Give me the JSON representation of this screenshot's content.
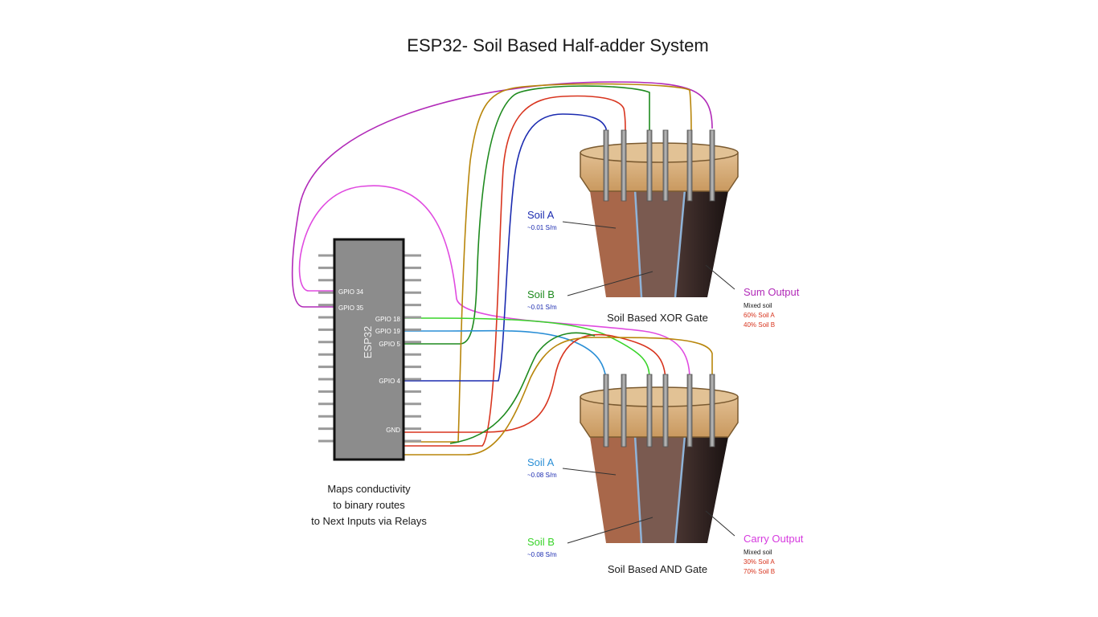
{
  "title": "ESP32- Soil Based Half-adder System",
  "esp32": {
    "chip_label": "ESP32",
    "pins": {
      "gpio34": "GPIO 34",
      "gpio35": "GPIO 35",
      "gpio18": "GPIO 18",
      "gpio19": "GPIO 19",
      "gpio5": "GPIO 5",
      "gpio4": "GPIO 4",
      "gnd": "GND"
    },
    "caption": [
      "Maps conductivity",
      "to binary routes",
      "to Next Inputs via Relays"
    ]
  },
  "xor_gate": {
    "name": "Soil Based XOR Gate",
    "soil_a": {
      "label": "Soil A",
      "conductivity": "~0.01 S/m"
    },
    "soil_b": {
      "label": "Soil B",
      "conductivity": "~0.01 S/m"
    },
    "output": {
      "label": "Sum Output",
      "desc": "Mixed soil",
      "mix_a": "60% Soil A",
      "mix_b": "40% Soil B"
    }
  },
  "and_gate": {
    "name": "Soil Based AND Gate",
    "soil_a": {
      "label": "Soil A",
      "conductivity": "~0.08 S/m"
    },
    "soil_b": {
      "label": "Soil B",
      "conductivity": "~0.08 S/m"
    },
    "output": {
      "label": "Carry Output",
      "desc": "Mixed soil",
      "mix_a": "30% Soil A",
      "mix_b": "70% Soil B"
    }
  },
  "colors": {
    "wire_blue": "#1b2bb0",
    "wire_green": "#1e8a1e",
    "wire_red": "#d8341e",
    "wire_gold": "#b8860b",
    "wire_magenta": "#b12ab8",
    "wire_bright_green": "#39d42a",
    "wire_light_blue": "#2b8fd6",
    "wire_pink": "#e04be0",
    "pot_rim": "#d8b07e",
    "soil_a": "#a8674a",
    "soil_b": "#7a5a50",
    "soil_out": "#3a2a28",
    "chip": "#8c8c8c"
  }
}
